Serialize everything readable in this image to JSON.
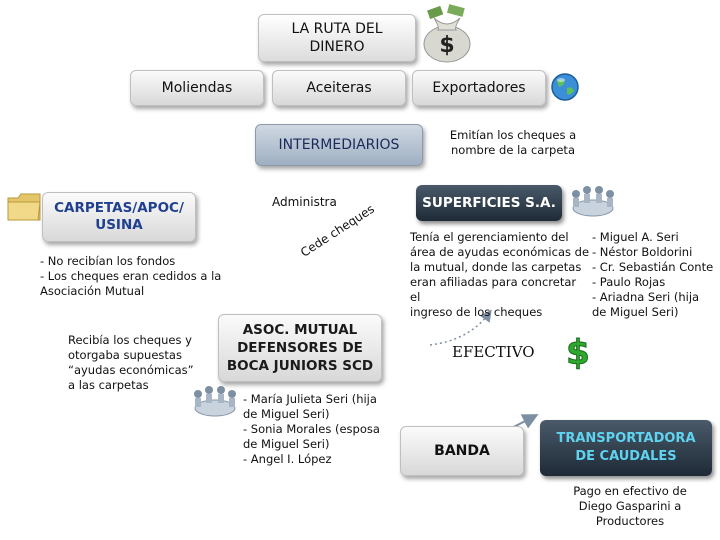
{
  "title": "LA RUTA DEL\nDINERO",
  "boxes": {
    "moliendas": "Moliendas",
    "aceiteras": "Aceiteras",
    "exportadores": "Exportadores",
    "intermediarios": "INTERMEDIARIOS",
    "superficies": "SUPERFICIES S.A.",
    "carpetas": "CARPETAS/APOC/\nUSINA",
    "asoc": "ASOC. MUTUAL\nDEFENSORES DE\nBOCA JUNIORS SCD",
    "banda": "BANDA",
    "transportadora": "TRANSPORTADORA\nDE CAUDALES"
  },
  "labels": {
    "emitian": "Emitían los cheques a\nnombre de la carpeta",
    "administra": "Administra",
    "cede_cheques": "Cede cheques",
    "efectivo": "EFECTIVO",
    "no_recibian": "- No recibían los fondos\n- Los cheques eran cedidos a la\nAsociación Mutual",
    "recibia": "Recibía los cheques y\notorgaba supuestas\n“ayudas económicas”\na las carpetas",
    "tenia": "Tenía el gerenciamiento del\nárea de ayudas económicas de\nla mutual, donde las carpetas\neran afiliadas para concretar el\ningreso de los cheques",
    "personas_superficies": "-  Miguel A. Seri\n-  Néstor Boldorini\n-  Cr. Sebastián Conte\n-  Paulo Rojas\n-  Ariadna Seri (hija\n   de Miguel Seri)",
    "personas_asoc": "- María Julieta  Seri (hija\nde Miguel Seri)\n- Sonia Morales (esposa\nde Miguel Seri)\n- Angel I. López",
    "pago": "Pago en efectivo  de\nDiego Gasparini  a\nProductores"
  },
  "icons": {
    "money_bag": "money-bag-icon",
    "globe": "globe-icon",
    "folder": "folder-icon",
    "dollar": "dollar-sign-icon",
    "people": "people-meeting-icon"
  },
  "colors": {
    "dark_box": "#1e2a36",
    "steel_box": "#9fb0c2",
    "steel_text": "#1c2a5a",
    "carpetas_text": "#1f3f8f",
    "transport_text": "#5fd3f0",
    "arrow": "#7d8fa3",
    "dollar_green": "#2ea82e"
  }
}
